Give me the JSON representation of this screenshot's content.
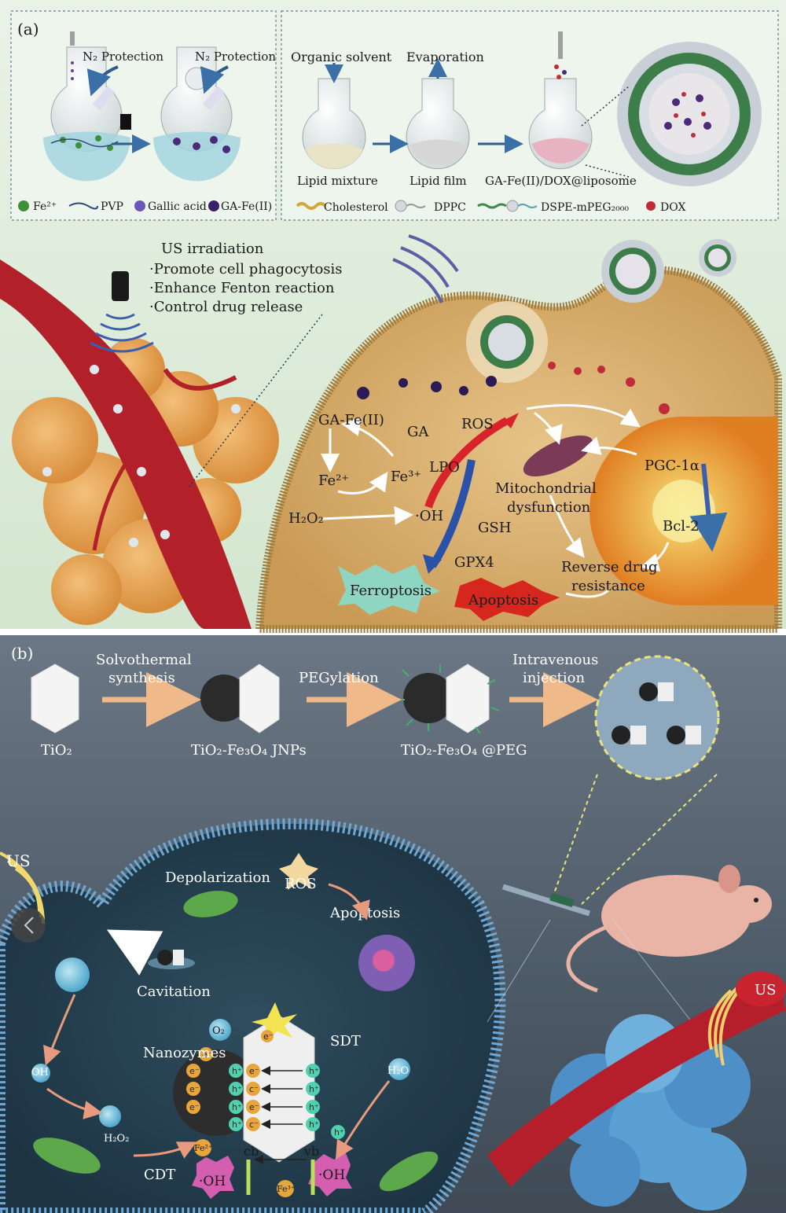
{
  "panel_a": {
    "label": "(a)",
    "synthesis": {
      "n2_left": "N₂ Protection",
      "n2_right": "N₂ Protection",
      "legend": {
        "fe2": "Fe²⁺",
        "pvp": "PVP",
        "gallic": "Gallic acid",
        "gafe": "GA-Fe(II)"
      }
    },
    "liposome": {
      "organic_solvent": "Organic solvent",
      "evaporation": "Evaporation",
      "lipid_mixture": "Lipid mixture",
      "lipid_film": "Lipid film",
      "product": "GA-Fe(II)/DOX@liposome",
      "legend": {
        "cholesterol": "Cholesterol",
        "dppc": "DPPC",
        "dspe": "DSPE-mPEG₂₀₀₀",
        "dox": "DOX"
      }
    },
    "us": {
      "title": "US irradiation",
      "items": [
        "·Promote cell phagocytosis",
        "·Enhance Fenton reaction",
        "·Control drug release"
      ]
    },
    "cell": {
      "ga_fe": "GA-Fe(II)",
      "ga": "GA",
      "fe2": "Fe²⁺",
      "fe3": "Fe³⁺",
      "h2o2": "H₂O₂",
      "oh": "·OH",
      "ros": "ROS",
      "lpo": "LPO",
      "gsh": "GSH",
      "gpx4": "GPX4",
      "mito1": "Mitochondrial",
      "mito2": "dysfunction",
      "pgc": "PGC-1α",
      "bcl": "Bcl-2",
      "rdr1": "Reverse drug",
      "rdr2": "resistance",
      "ferroptosis": "Ferroptosis",
      "apoptosis": "Apoptosis"
    }
  },
  "panel_b": {
    "label": "(b)",
    "solvo1": "Solvothermal",
    "solvo2": "synthesis",
    "pegylation": "PEGylation",
    "iv1": "Intravenous",
    "iv2": "injection",
    "tio2": "TiO₂",
    "jnps": "TiO₂-Fe₃O₄ JNPs",
    "peg": "TiO₂-Fe₃O₄ @PEG",
    "us_left": "US",
    "us_right": "US",
    "depolarization": "Depolarization",
    "ros": "ROS",
    "apoptosis": "Apoptosis",
    "cavitation": "Cavitation",
    "o2": "O₂",
    "nanozymes": "Nanozymes",
    "sdt": "SDT",
    "oh_small": "OH",
    "h2o2": "H₂O₂",
    "h2o": "H₂O",
    "fe2": "Fe²⁺",
    "fe3": "Fe³⁺",
    "cdt": "CDT",
    "oh_left": "·OH",
    "oh_right": "·OH",
    "cb": "cb",
    "vb": "vb",
    "eminus": "e⁻",
    "hplus": "h⁺",
    "cminus": "c⁻"
  },
  "colors": {
    "panel_a_bg": "#dcebd9",
    "panel_b_bg": "#4a5866",
    "ros_arrow": "#d8232a",
    "gpx_arrow": "#2a52a8",
    "ferro": "#8fd6c2",
    "apop": "#d7261e"
  }
}
